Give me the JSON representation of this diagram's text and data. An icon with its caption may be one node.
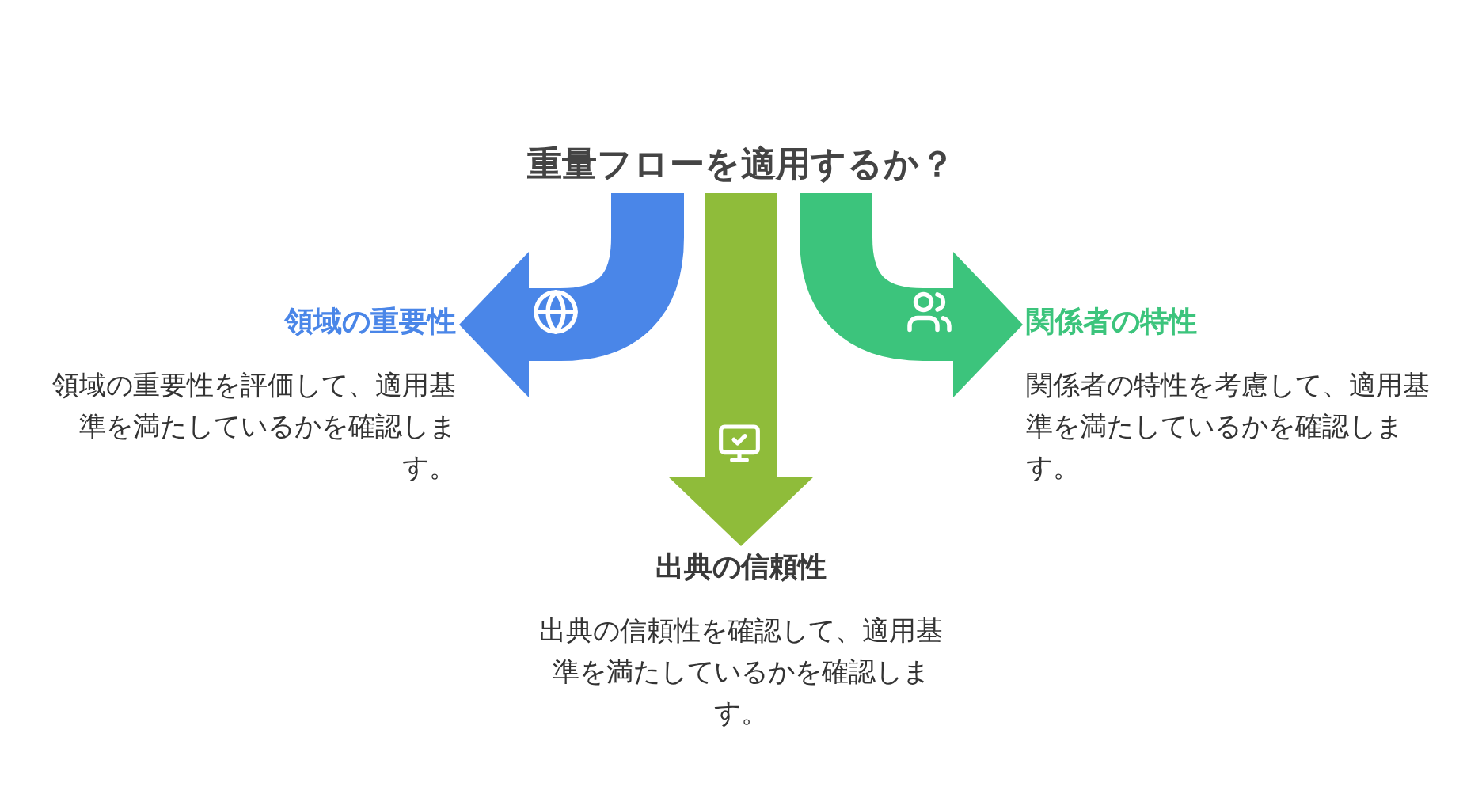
{
  "diagram": {
    "nodes": [
      {
        "text": [
          "重量フローを適用するか？"
        ]
      },
      {
        "text": [
          "領域の重要性",
          "領域の重要性を評価して、適用基準を満たしているかを確認します。"
        ]
      },
      {
        "text": [
          "関係者の特性",
          "関係者の特性を考慮して、適用基準を満たしているかを確認します。"
        ]
      },
      {
        "text": [
          "出典の信頼性",
          "出典の信頼性を確認して、適用基準を満たしているかを確認します。"
        ]
      }
    ],
    "edges": [
      {
        "from": 0,
        "to": 1,
        "arrow": "to",
        "color": "#4a86e8"
      },
      {
        "from": 0,
        "to": 3,
        "arrow": "to",
        "color": "#8fbc3a"
      },
      {
        "from": 0,
        "to": 2,
        "arrow": "to",
        "color": "#3cc47c"
      }
    ]
  }
}
